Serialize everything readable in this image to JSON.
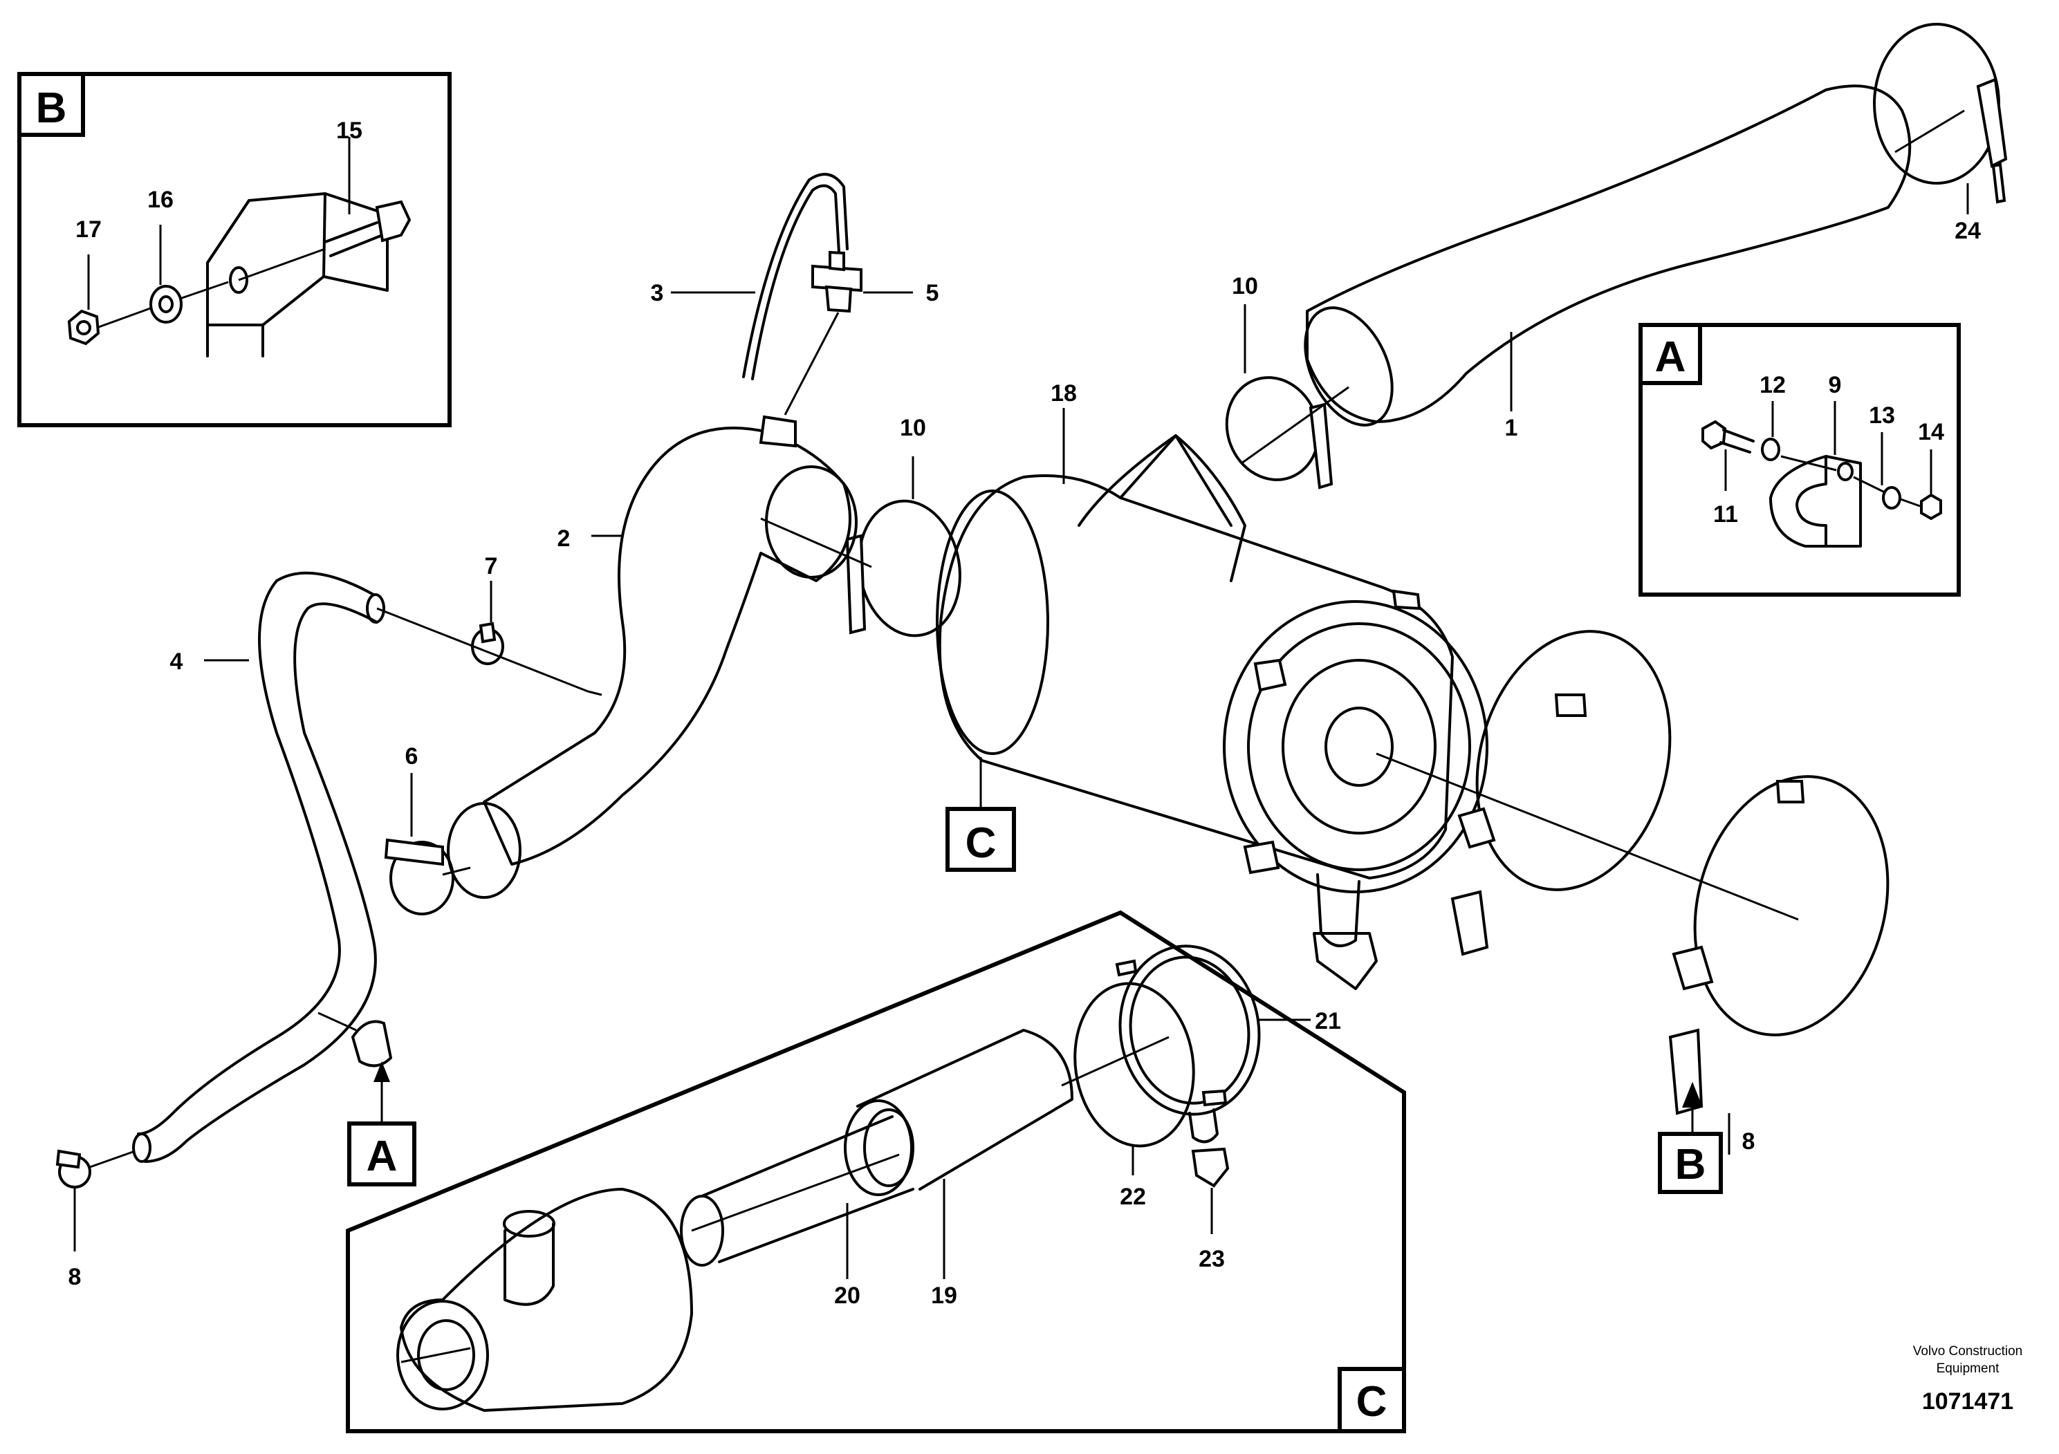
{
  "callouts": {
    "n1": "1",
    "n2": "2",
    "n3": "3",
    "n4": "4",
    "n5": "5",
    "n6": "6",
    "n7": "7",
    "n8_left": "8",
    "n8_right": "8",
    "n9": "9",
    "n10_left": "10",
    "n10_right": "10",
    "n11": "11",
    "n12": "12",
    "n13": "13",
    "n14": "14",
    "n15": "15",
    "n16": "16",
    "n17": "17",
    "n18": "18",
    "n19": "19",
    "n20": "20",
    "n21": "21",
    "n22": "22",
    "n23": "23",
    "n24": "24"
  },
  "detail_tags": {
    "box_b": "B",
    "box_a": "A",
    "box_c": "C",
    "ref_c": "C",
    "ref_a": "A",
    "ref_b": "B"
  },
  "footer": {
    "company_line1": "Volvo Construction",
    "company_line2": "Equipment",
    "document_number": "1071471"
  }
}
